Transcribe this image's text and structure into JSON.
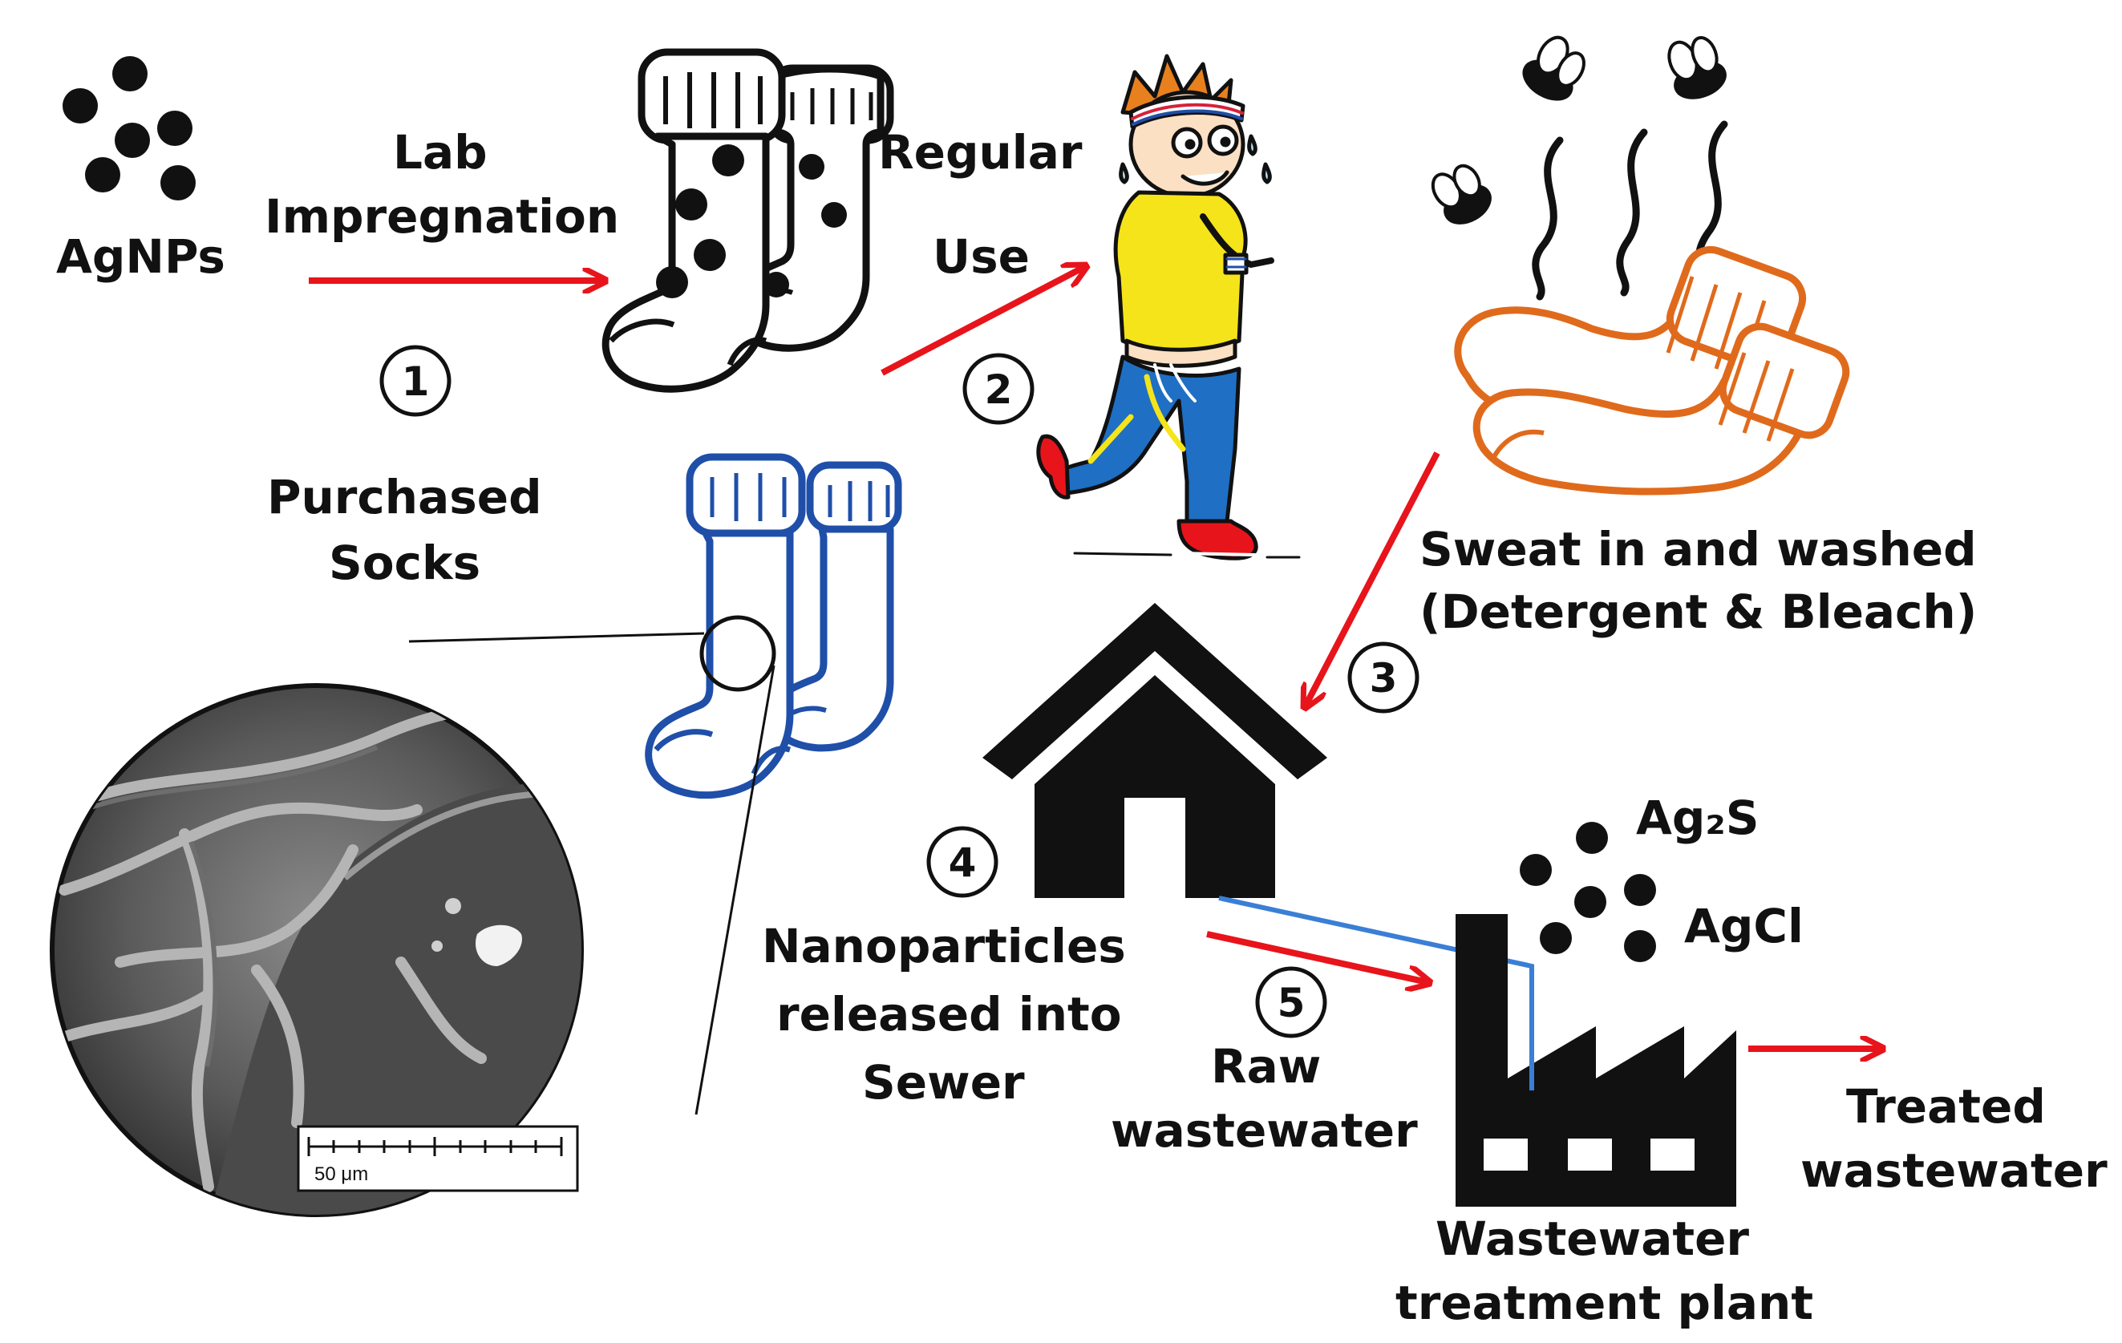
{
  "labels": {
    "agnps": "AgNPs",
    "lab": "Lab",
    "impregnation": "Impregnation",
    "regular": "Regular",
    "use": "Use",
    "purchased": "Purchased",
    "socks": "Socks",
    "sweat_line1": "Sweat in and washed",
    "sweat_line2": "(Detergent & Bleach)",
    "nano_line1": "Nanoparticles",
    "nano_line2": "released into",
    "nano_line3": "Sewer",
    "raw": "Raw",
    "wastewater": "wastewater",
    "ag2s": "Ag₂S",
    "agcl": "AgCl",
    "treated": "Treated",
    "treated_wastewater": "wastewater",
    "plant_line1": "Wastewater",
    "plant_line2": "treatment plant",
    "scale": "50 μm"
  },
  "steps": [
    "1",
    "2",
    "3",
    "4",
    "5"
  ],
  "colors": {
    "arrow": "#e8141b",
    "lab_socks": "#111111",
    "purchased_socks": "#1f4fa8",
    "washed_socks": "#e06a1c",
    "pipe": "#3a7fd5",
    "shirt": "#f5e41a",
    "pants": "#1f6fc4"
  },
  "icons": [
    "particle-dots-icon",
    "sock-icon",
    "runner-icon",
    "fly-icon",
    "house-icon",
    "factory-icon",
    "microscope-image"
  ]
}
